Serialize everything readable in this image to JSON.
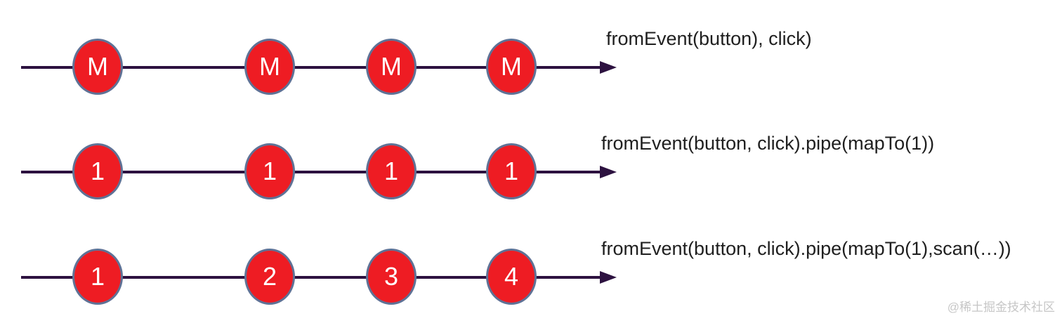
{
  "diagram": {
    "rows": [
      {
        "code": "fromEvent(button), click)",
        "marbles": [
          "M",
          "M",
          "M",
          "M"
        ]
      },
      {
        "code": "fromEvent(button, click).pipe(mapTo(1))",
        "marbles": [
          "1",
          "1",
          "1",
          "1"
        ]
      },
      {
        "code": "fromEvent(button, click).pipe(mapTo(1),scan(…))",
        "marbles": [
          "1",
          "2",
          "3",
          "4"
        ]
      }
    ],
    "colors": {
      "marble_fill": "#ee1c23",
      "marble_border": "#5f7296",
      "timeline": "#2d1240",
      "code_text": "#1f1f1f",
      "watermark_text": "#c6c6c6"
    }
  },
  "watermark": "@稀土掘金技术社区"
}
